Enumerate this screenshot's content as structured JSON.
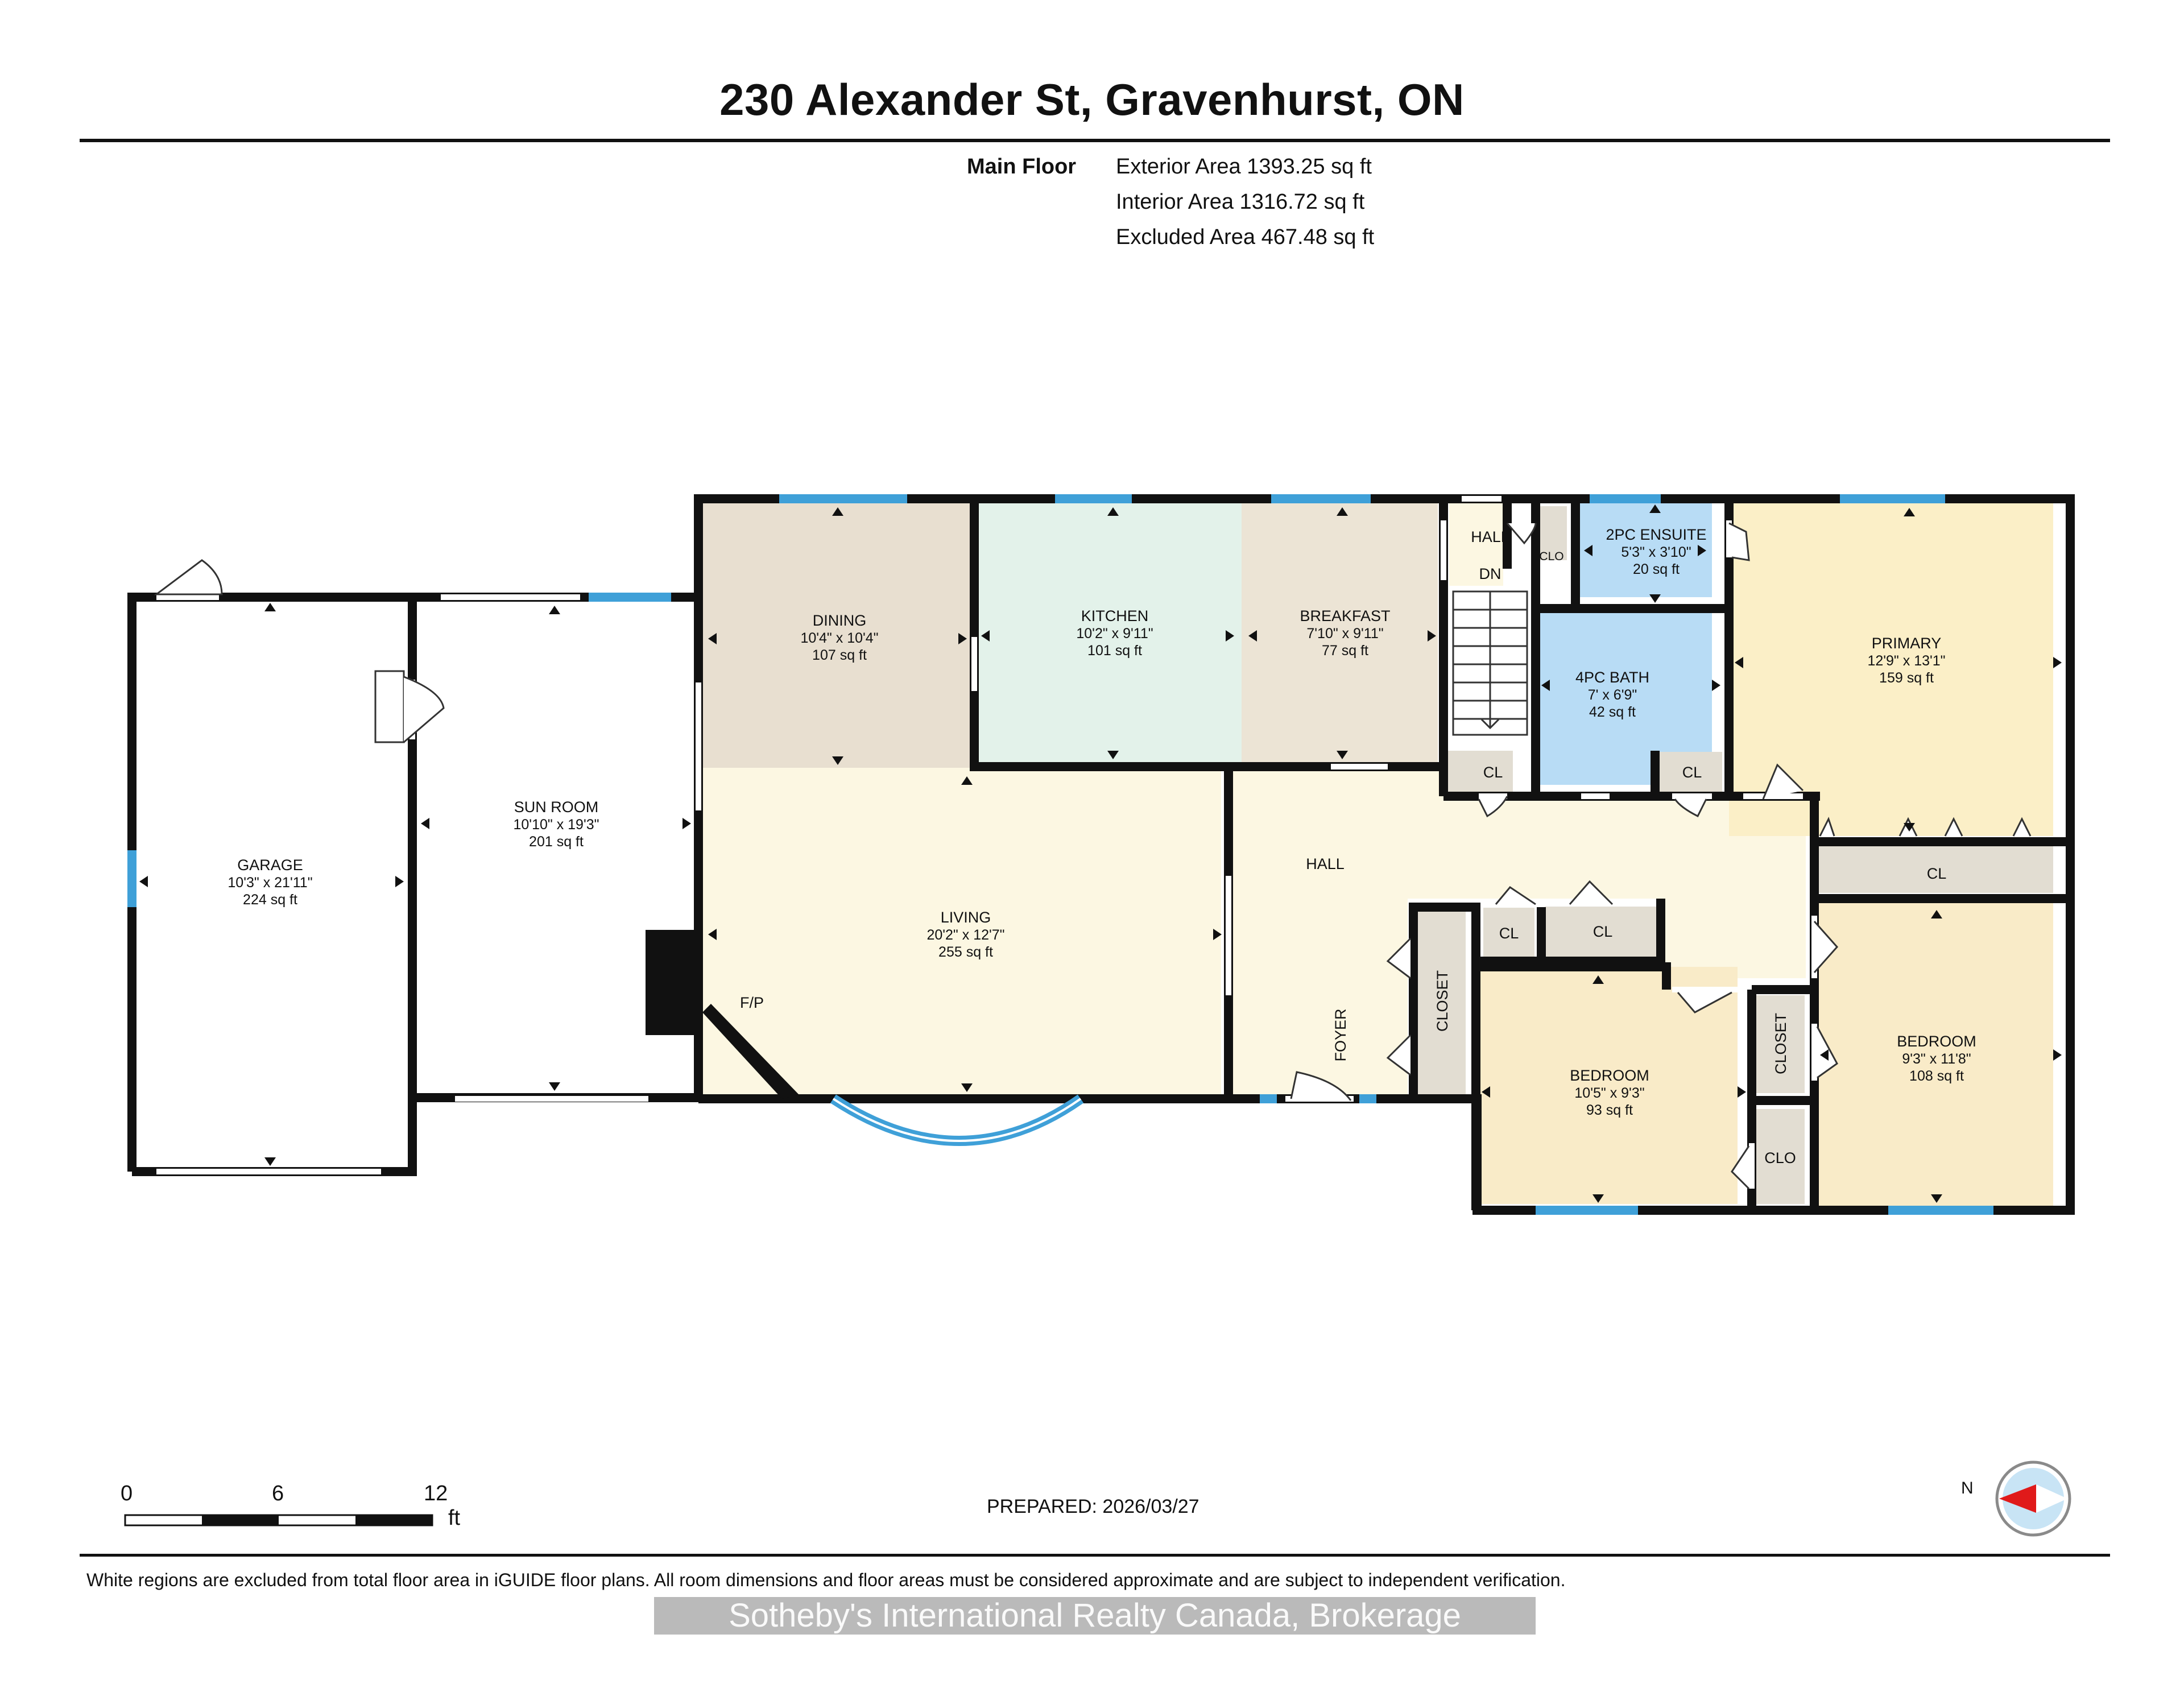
{
  "header": {
    "title": "230 Alexander St, Gravenhurst, ON"
  },
  "areas": {
    "floor_label": "Main Floor",
    "exterior": "Exterior Area 1393.25 sq ft",
    "interior": "Interior Area 1316.72 sq ft",
    "excluded": "Excluded Area 467.48 sq ft"
  },
  "rooms": {
    "garage": {
      "name": "GARAGE",
      "dims": "10'3\" x 21'11\"",
      "area": "224 sq ft"
    },
    "sunroom": {
      "name": "SUN ROOM",
      "dims": "10'10\" x 19'3\"",
      "area": "201 sq ft"
    },
    "dining": {
      "name": "DINING",
      "dims": "10'4\" x 10'4\"",
      "area": "107 sq ft"
    },
    "kitchen": {
      "name": "KITCHEN",
      "dims": "10'2\" x 9'11\"",
      "area": "101 sq ft"
    },
    "breakfast": {
      "name": "BREAKFAST",
      "dims": "7'10\" x 9'11\"",
      "area": "77 sq ft"
    },
    "living": {
      "name": "LIVING",
      "dims": "20'2\" x 12'7\"",
      "area": "255 sq ft"
    },
    "ensuite": {
      "name": "2PC ENSUITE",
      "dims": "5'3\" x 3'10\"",
      "area": "20 sq ft"
    },
    "bath": {
      "name": "4PC BATH",
      "dims": "7' x 6'9\"",
      "area": "42 sq ft"
    },
    "primary": {
      "name": "PRIMARY",
      "dims": "12'9\" x 13'1\"",
      "area": "159 sq ft"
    },
    "bedroom1": {
      "name": "BEDROOM",
      "dims": "10'5\" x 9'3\"",
      "area": "93 sq ft"
    },
    "bedroom2": {
      "name": "BEDROOM",
      "dims": "9'3\" x 11'8\"",
      "area": "108 sq ft"
    }
  },
  "labels": {
    "hall_top": "HALL",
    "dn": "DN",
    "clo": "CLO",
    "cl": "CL",
    "hall": "HALL",
    "foyer": "FOYER",
    "closet": "CLOSET",
    "fp": "F/P"
  },
  "scale": {
    "zero": "0",
    "six": "6",
    "twelve": "12",
    "unit": "ft"
  },
  "compass": {
    "n": "N"
  },
  "footer": {
    "prepared": "PREPARED: 2026/03/27",
    "disclaimer": "White regions are excluded from total floor area in iGUIDE floor plans. All room dimensions and floor areas must be considered approximate and are subject to independent verification.",
    "watermark": "Sotheby's International Realty Canada, Brokerage"
  },
  "colors": {
    "wall": "#111111",
    "window": "#3fa0d8",
    "dining": "#e8dfd0",
    "kitchen": "#e3f2ea",
    "breakfast": "#ece4d5",
    "living": "#fcf7e2",
    "bath": "#b8dcf5",
    "primary": "#fbefc7",
    "bedroom": "#f9ebc8",
    "closet": "#e2ddd2",
    "compass_arrow": "#e01a1a"
  }
}
